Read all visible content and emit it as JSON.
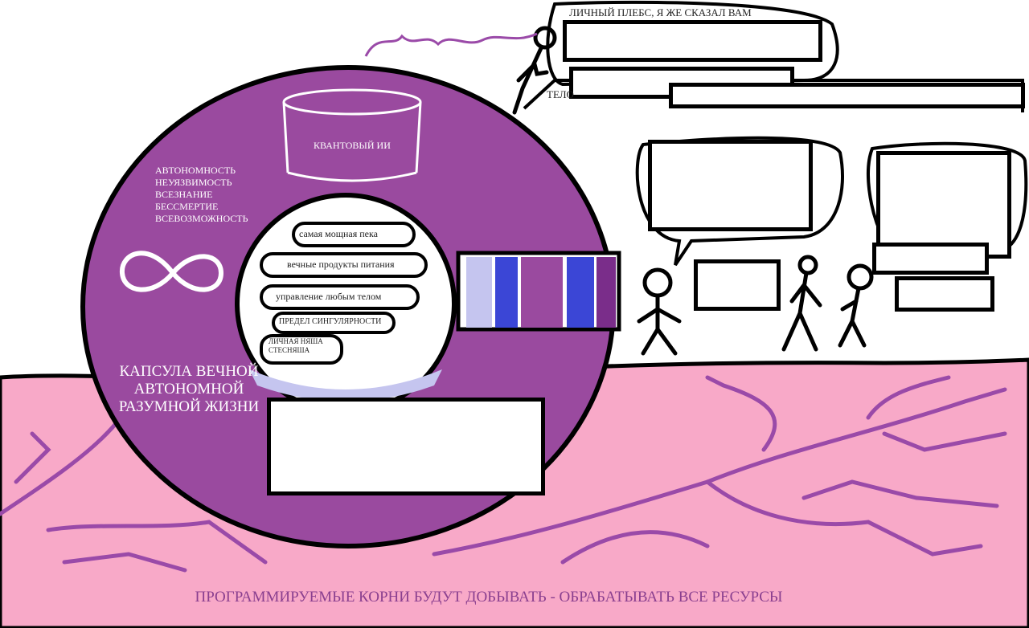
{
  "ring": {
    "tank_label": "КВАНТОВЫЙ ИИ",
    "attributes": [
      "АВТОНОМНОСТЬ",
      "НЕУЯЗВИМОСТЬ",
      "ВСЕЗНАНИЕ",
      "БЕССМЕРТИЕ",
      "ВСЕВОЗМОЖНОСТЬ"
    ],
    "caption": [
      "КАПСУЛА ВЕЧНОЙ",
      "АВТОНОМНОЙ",
      "РАЗУМНОЙ ЖИЗНИ"
    ]
  },
  "core": {
    "items": [
      "самая мощная пека",
      "вечные продукты питания",
      "управление любым телом",
      "ПРЕДЕЛ СИНГУЛЯРНОСТИ",
      "ЛИЧНАЯ НЯША СТЕСНЯША"
    ]
  },
  "speech": {
    "top_line": "ЛИЧНЫЙ ПЛЕБС, Я ЖЕ СКАЗАЛ ВАМ",
    "fragment_telo": "ТЕЛО"
  },
  "footer": "ПРОГРАММИРУЕМЫЕ КОРНИ БУДУТ ДОБЫВАТЬ - ОБРАБАТЫВАТЬ ВСЕ РЕСУРСЫ",
  "colors": {
    "purple": "#9a4a9f",
    "pink": "#f8a9c8",
    "root": "#9a4aa8",
    "blue": "#3b46d6"
  }
}
